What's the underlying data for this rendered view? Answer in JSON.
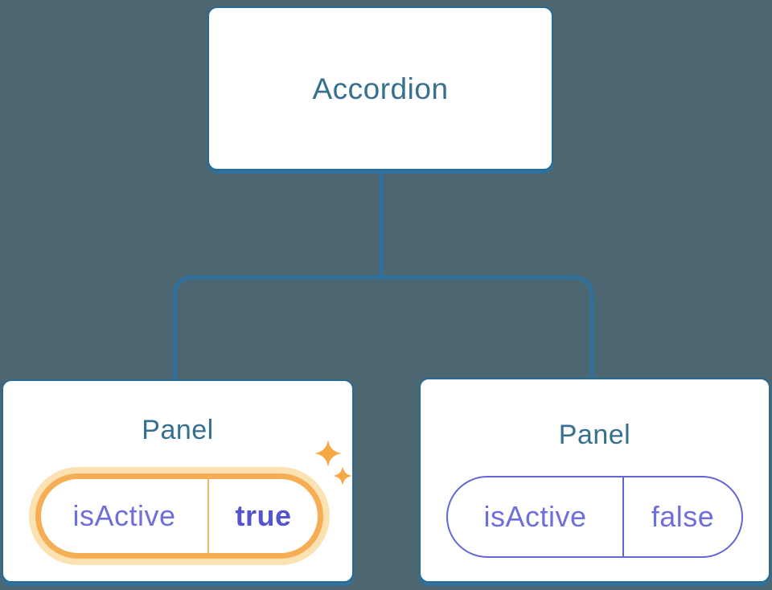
{
  "colors": {
    "bg": "#4c6771",
    "card-bg": "#ffffff",
    "card-border": "#276a92",
    "card-shadow": "#2f709d",
    "connector": "#2f709d",
    "title-text": "#35708f",
    "state-text": "#6e6edd",
    "state-text-bold": "#5454d0",
    "pill-border": "#6366d8",
    "highlight-border": "#f6ae55",
    "highlight-glow": "#fbe2b3",
    "highlight-divider": "#f3b567",
    "sparkle": "#f6a842"
  },
  "tree": {
    "root": {
      "label": "Accordion"
    },
    "children": [
      {
        "title": "Panel",
        "state_key": "isActive",
        "state_value": "true",
        "highlighted": true,
        "badge_icon": "sparkles-icon"
      },
      {
        "title": "Panel",
        "state_key": "isActive",
        "state_value": "false",
        "highlighted": false
      }
    ]
  }
}
